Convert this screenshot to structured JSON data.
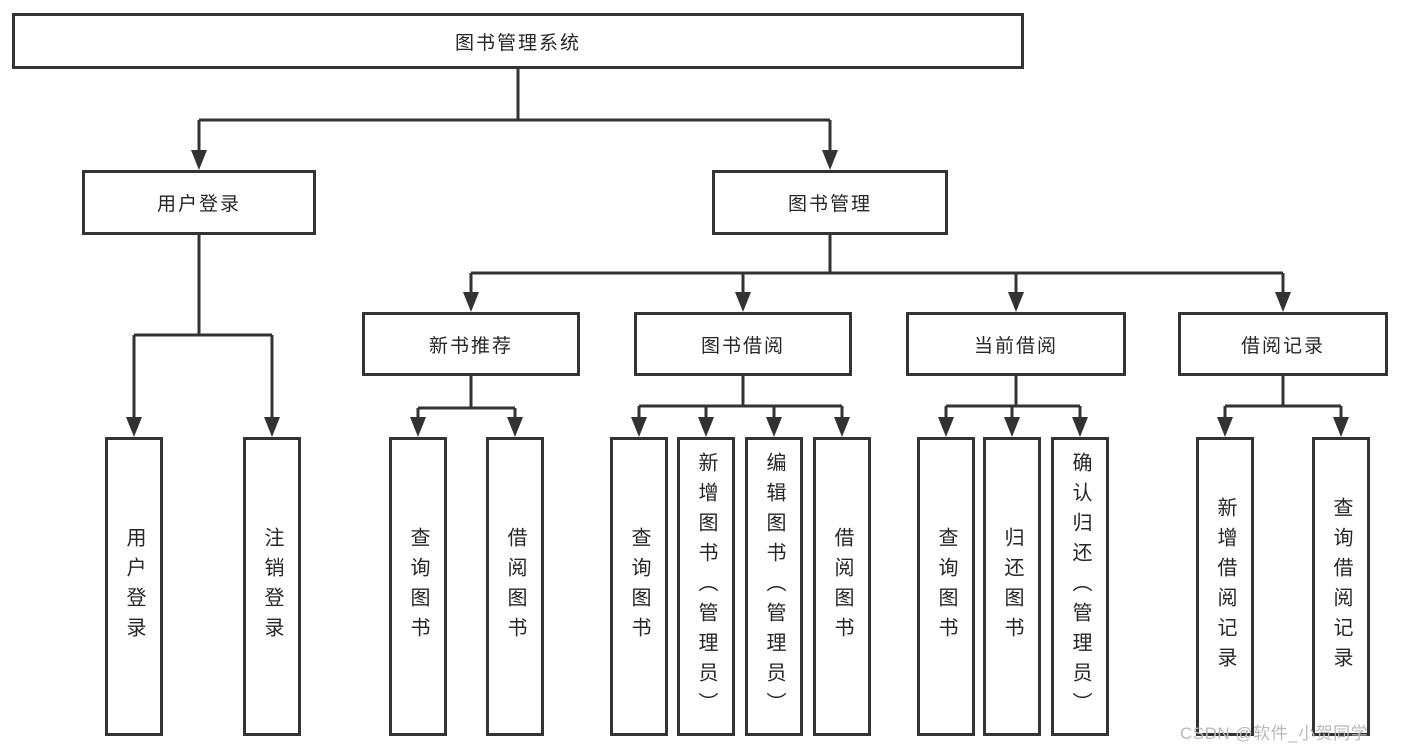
{
  "diagram": {
    "nodes": {
      "root": "图书管理系统",
      "user_login": "用户登录",
      "book_management": "图书管理",
      "new_book_recommend": "新书推荐",
      "book_borrowing": "图书借阅",
      "current_borrowing": "当前借阅",
      "borrowing_records": "借阅记录",
      "leaf_user_login": "用户登录",
      "leaf_logout": "注销登录",
      "leaf_rec_query_books": "查询图书",
      "leaf_rec_borrow_books": "借阅图书",
      "leaf_bb_query_books": "查询图书",
      "leaf_bb_add_books": "新增图书（管理员）",
      "leaf_bb_edit_books": "编辑图书（管理员）",
      "leaf_bb_borrow_books": "借阅图书",
      "leaf_cb_query_books": "查询图书",
      "leaf_cb_return_books": "归还图书",
      "leaf_cb_confirm_return": "确认归还（管理员）",
      "leaf_br_add_record": "新增借阅记录",
      "leaf_br_query_record": "查询借阅记录"
    },
    "colors": {
      "line": "#333333",
      "text": "#262626",
      "background": "#ffffff",
      "watermark": "#b9b9b9"
    }
  },
  "watermark": {
    "text": "CSDN @软件_小贺同学"
  }
}
